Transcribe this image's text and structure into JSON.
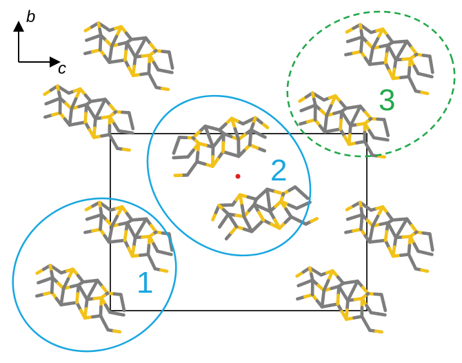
{
  "axes": {
    "vertical_label": "b",
    "horizontal_label": "c"
  },
  "groups": [
    {
      "label": "1",
      "color": "#1aa7e0",
      "style": "solid"
    },
    {
      "label": "2",
      "color": "#1aa7e0",
      "style": "solid"
    },
    {
      "label": "3",
      "color": "#22a84a",
      "style": "dashed"
    }
  ],
  "colors": {
    "carbon": "#7d7d7d",
    "sulfur": "#f2c21a",
    "cell": "#111111",
    "center_marker": "#e02020"
  }
}
